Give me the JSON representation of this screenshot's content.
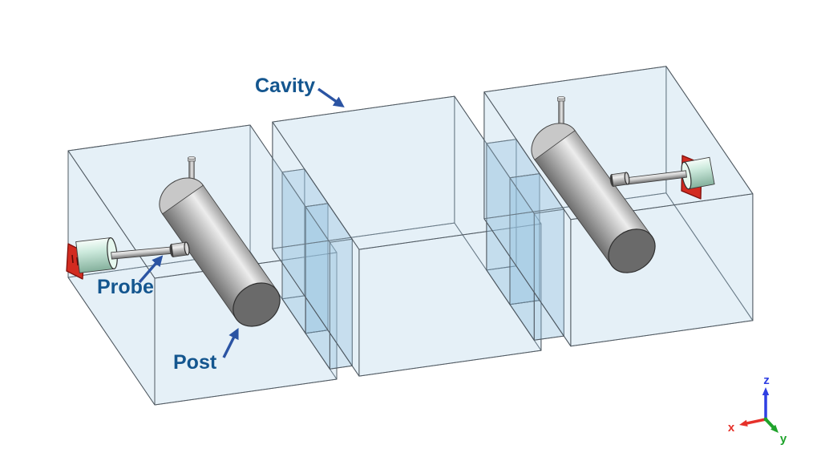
{
  "figure": {
    "background": "#FFFFFF",
    "labels": {
      "cavity": "Cavity",
      "probe": "Probe",
      "post": "Post"
    },
    "annotation_color": "#14568F",
    "arrow_color": "#2B54A3",
    "axes": {
      "x": {
        "label": "x",
        "color": "#E6312A"
      },
      "y": {
        "label": "y",
        "color": "#1FA32B"
      },
      "z": {
        "label": "z",
        "color": "#2F3FE3"
      }
    },
    "materials": {
      "box_face": "#A8CDE6",
      "box_edge": "#4E565E",
      "iris_face": "#8FBCDD",
      "metal_light": "#EDEDED",
      "metal_mid": "#A0A0A0",
      "metal_dark": "#6E6E6E",
      "post_cap": "#6A6A6A",
      "mint_light": "#F6FDF9",
      "mint_mid": "#CDEADD",
      "mint_dark": "#84B09C",
      "port_red": "#D22B20",
      "port_red_dark": "#7E100C"
    }
  }
}
